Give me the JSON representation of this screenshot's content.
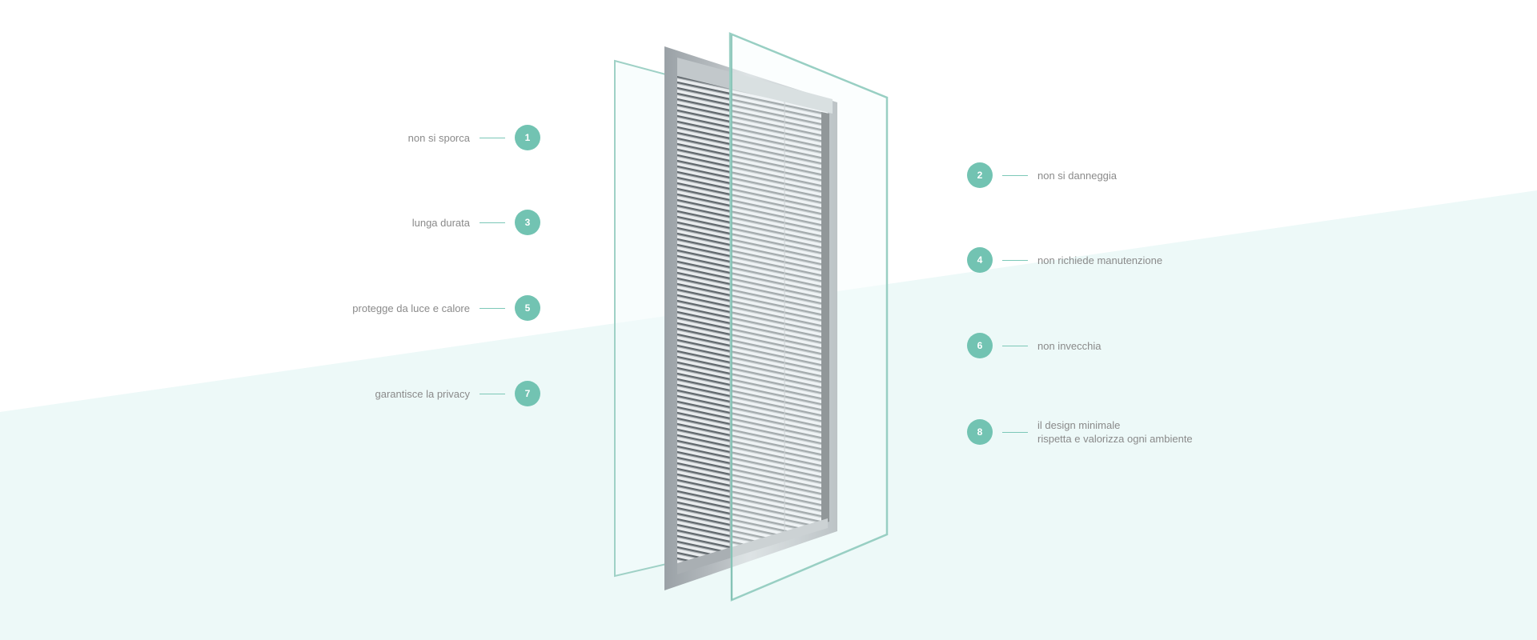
{
  "colors": {
    "accent": "#72c3b2",
    "connector": "#7cc8b8",
    "text": "#8a8a8a",
    "background_tint": "#edf9f8"
  },
  "features": {
    "f1": {
      "number": "1",
      "label": "non si sporca"
    },
    "f2": {
      "number": "2",
      "label": "non si danneggia"
    },
    "f3": {
      "number": "3",
      "label": "lunga durata"
    },
    "f4": {
      "number": "4",
      "label": "non richiede manutenzione"
    },
    "f5": {
      "number": "5",
      "label": "protegge da luce e calore"
    },
    "f6": {
      "number": "6",
      "label": "non invecchia"
    },
    "f7": {
      "number": "7",
      "label": "garantisce la privacy"
    },
    "f8": {
      "number": "8",
      "label_line1": "il design minimale",
      "label_line2": "rispetta e valorizza ogni ambiente"
    }
  }
}
